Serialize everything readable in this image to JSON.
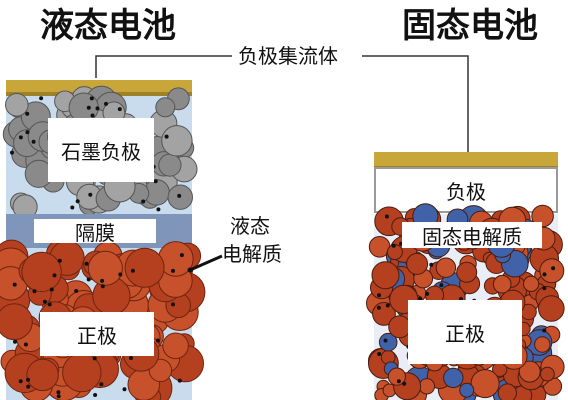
{
  "titles": {
    "liquid": "液态电池",
    "solid": "固态电池"
  },
  "labels": {
    "current_collector": "负极集流体",
    "liquid_electrolyte_line1": "液态",
    "liquid_electrolyte_line2": "电解质"
  },
  "liquid_battery": {
    "anode": "石墨负极",
    "separator": "隔膜",
    "cathode": "正极"
  },
  "solid_battery": {
    "anode": "负极",
    "electrolyte": "固态电解质",
    "cathode": "正极"
  },
  "colors": {
    "collector": "#c8a63a",
    "graphite": "#8a8a8a",
    "cathode_particle": "#b5401f",
    "solid_electrolyte_particle": "#3f62a8",
    "liquid_background": "#c9dcee",
    "separator": "#7f96ba"
  }
}
